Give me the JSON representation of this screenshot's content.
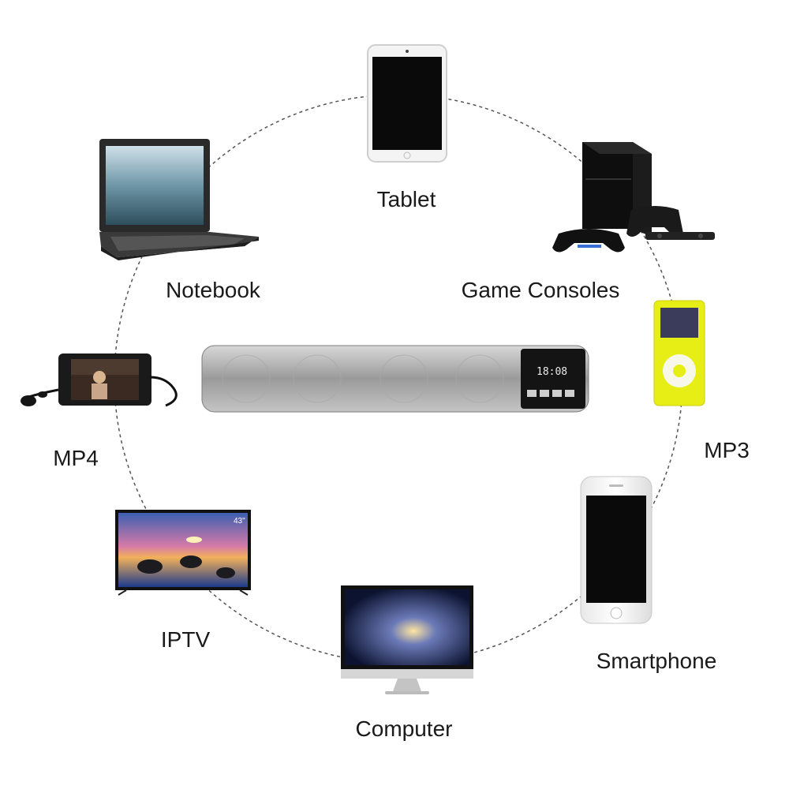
{
  "devices": {
    "tablet": "Tablet",
    "notebook": "Notebook",
    "game_consoles": "Game Consoles",
    "mp3": "MP3",
    "mp4": "MP4",
    "iptv": "IPTV",
    "smartphone": "Smartphone",
    "computer": "Computer"
  },
  "tv_size_badge": "43\"",
  "speaker_display": "18:08",
  "colors": {
    "mp3_body": "#e6ee16",
    "speaker_body": "#9c9c9c",
    "dashed_ring": "#555555"
  }
}
